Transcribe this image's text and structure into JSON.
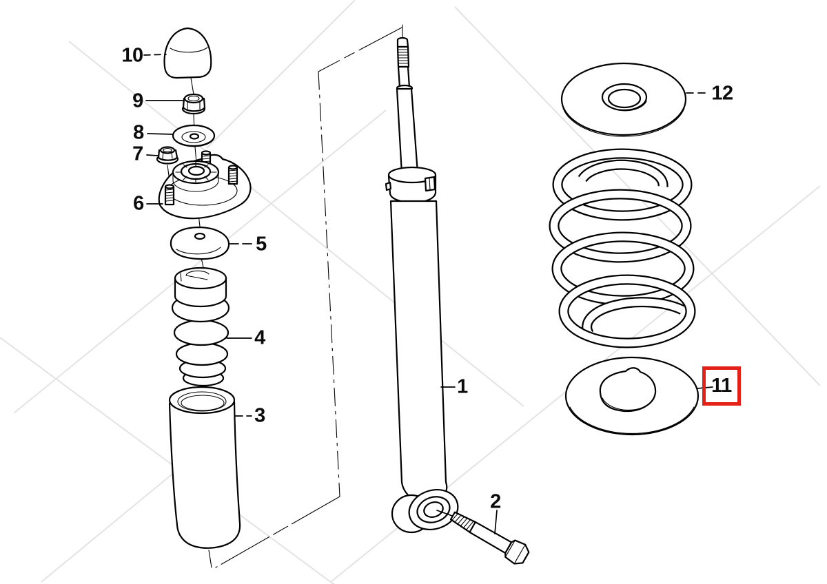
{
  "colors": {
    "background": "#ffffff",
    "line": "#000000",
    "highlight": "#e32119"
  },
  "callouts": [
    {
      "number": "1",
      "highlighted": false
    },
    {
      "number": "2",
      "highlighted": false
    },
    {
      "number": "3",
      "highlighted": false
    },
    {
      "number": "4",
      "highlighted": false
    },
    {
      "number": "5",
      "highlighted": false
    },
    {
      "number": "6",
      "highlighted": false
    },
    {
      "number": "7",
      "highlighted": false
    },
    {
      "number": "8",
      "highlighted": false
    },
    {
      "number": "9",
      "highlighted": false
    },
    {
      "number": "10",
      "highlighted": false
    },
    {
      "number": "11",
      "highlighted": true
    },
    {
      "number": "12",
      "highlighted": false
    }
  ]
}
